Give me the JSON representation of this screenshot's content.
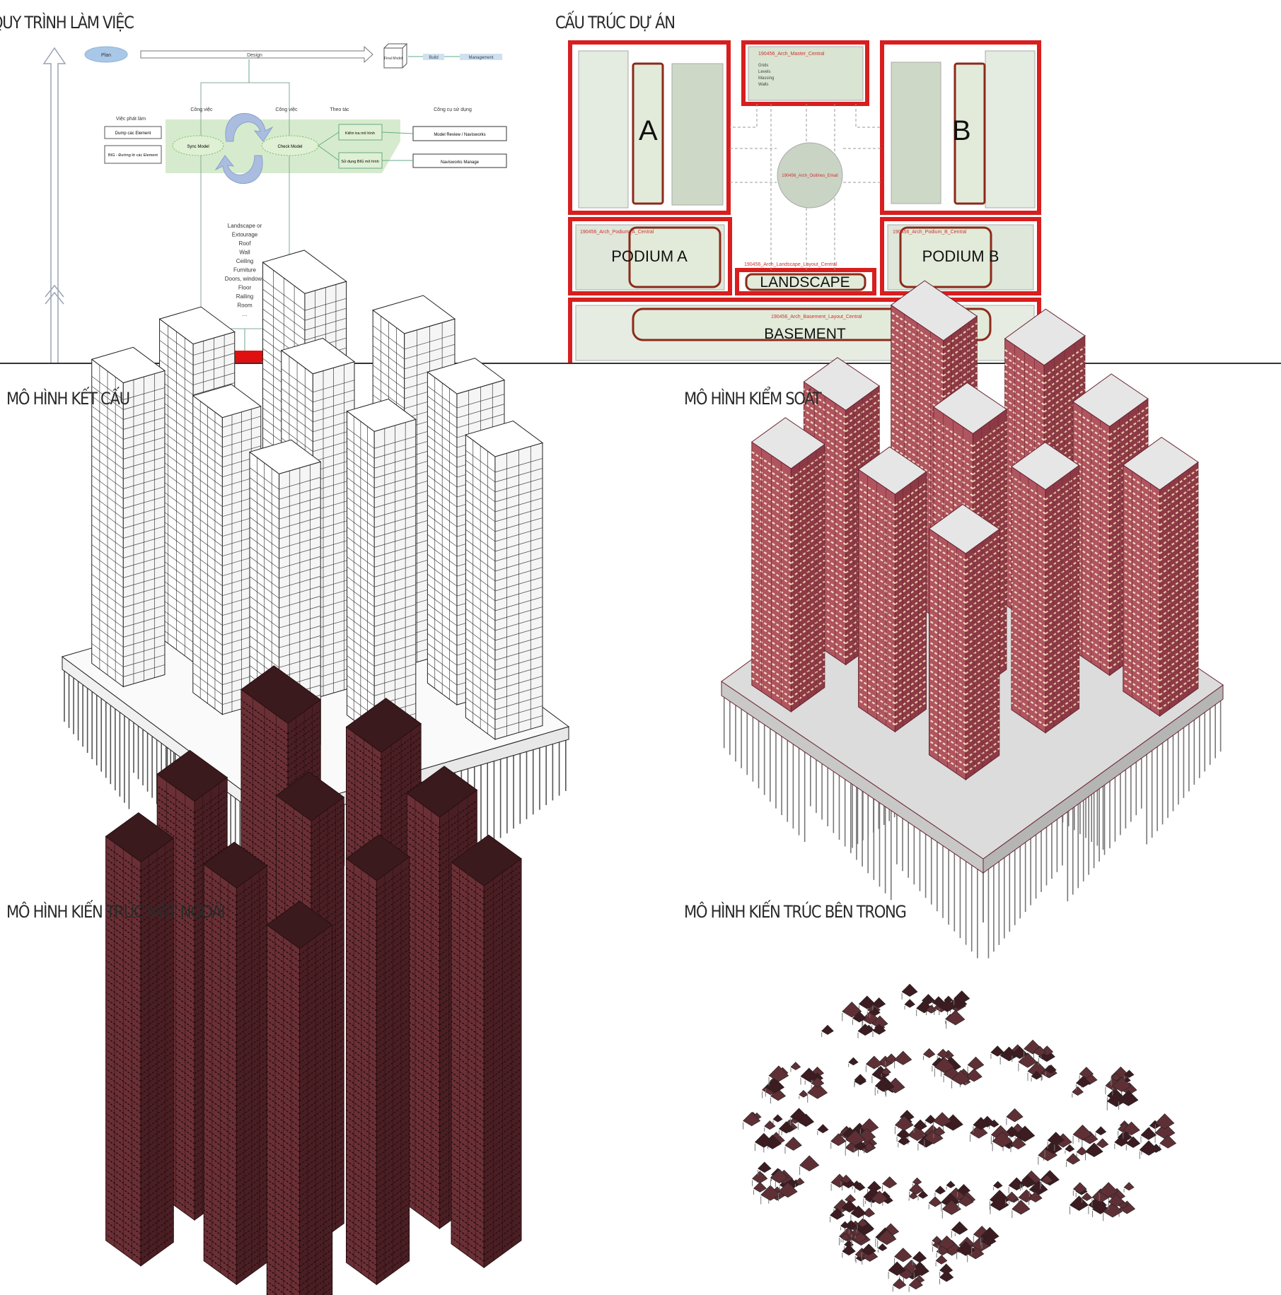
{
  "sections": {
    "workflow_title": "QUY TRÌNH LÀM VIỆC",
    "structure_title": "CẤU TRÚC DỰ ÁN",
    "structural_model_title": "MÔ HÌNH KẾT CẤU",
    "control_model_title": "MÔ HÌNH KIỂM SOÁT",
    "exterior_model_title": "MÔ HÌNH KIẾN TRÚC MẶT NGOÀI",
    "interior_model_title": "MÔ HÌNH KIẾN TRÚC BÊN TRONG"
  },
  "workflow": {
    "plan": "Plan",
    "design": "Design",
    "final_model": "Final Model",
    "build": "Build",
    "management": "Management",
    "col_headers": [
      "Việc phát làm",
      "Công việc",
      "Công việc",
      "Theo tác",
      "Công cụ sử dụng"
    ],
    "left_boxes": [
      "Dump các Element",
      "BIG - Đường lớ các Element"
    ],
    "cycle_nodes": [
      "Sync Model",
      "Check Model"
    ],
    "mid_boxes": [
      "Kiểm tra mô hình",
      "Sử dụng BIG mô hình"
    ],
    "right_boxes": [
      "Model Review / Navisworks",
      "Navisworks Manage"
    ],
    "element_list": [
      "Landscape or",
      "Extourage",
      "Roof",
      "Wall",
      "Ceiling",
      "Furniture",
      "Doors, windows",
      "Floor",
      "Railing",
      "Room",
      "..."
    ]
  },
  "structure": {
    "block_a": "A",
    "block_b": "B",
    "podium_a": "PODIUM A",
    "podium_b": "PODIUM B",
    "landscape": "LANDSCAPE",
    "basement": "BASEMENT",
    "master_file": "190456_Arch_Master_Central",
    "master_items": [
      "Grids",
      "Levels",
      "Massing",
      "Walls"
    ],
    "outline_file": "190456_Arch_Outlines_Email",
    "landscape_file": "190456_Arch_Landscape_Layout_Central",
    "basement_file": "190456_Arch_Basement_Layout_Central",
    "podium_a_file": "190456_Arch_Podium_A_Central",
    "podium_b_file": "190456_Arch_Podium_B_Central",
    "accent_color": "#d81e1e"
  },
  "colors": {
    "control_left": "#b05560",
    "control_right": "#8e3a46",
    "exterior_left": "#6a3036",
    "exterior_right": "#4a1f24"
  }
}
